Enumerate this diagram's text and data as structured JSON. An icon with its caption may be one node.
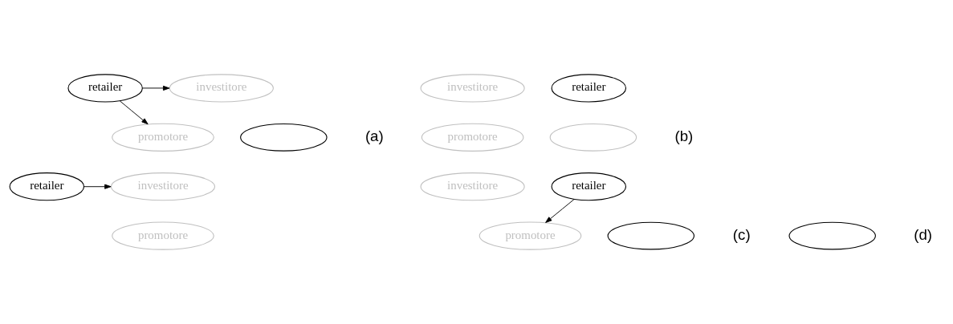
{
  "diagram": {
    "nodes": [
      {
        "text": [
          "investitore"
        ]
      },
      {
        "text": [
          "retailer"
        ]
      },
      {
        "text": [
          "promotore"
        ]
      },
      {
        "text": [],
        "shape": "ellipse"
      },
      {
        "text": [
          "investitore"
        ]
      },
      {
        "text": [
          "retailer"
        ]
      },
      {
        "text": [
          "promotore"
        ]
      },
      {
        "text": [],
        "shape": "ellipse"
      },
      {
        "text": [
          "investitore"
        ]
      },
      {
        "text": [
          "retailer"
        ]
      },
      {
        "text": [
          "promotore"
        ]
      },
      {
        "text": [],
        "shape": "ellipse"
      },
      {
        "text": [
          "investitore"
        ]
      },
      {
        "text": [
          "retailer"
        ]
      },
      {
        "text": [
          "promotore"
        ]
      },
      {
        "text": [],
        "shape": "ellipse"
      }
    ],
    "edges": [
      {
        "from": 1,
        "to": 0,
        "arrow": "to"
      },
      {
        "from": 1,
        "to": 2,
        "arrow": "to"
      },
      {
        "from": 9,
        "to": 8,
        "arrow": "to"
      },
      {
        "from": 13,
        "to": 14,
        "arrow": "to"
      }
    ],
    "labels": [
      "(a)",
      "(b)",
      "(c)",
      "(d)"
    ]
  }
}
